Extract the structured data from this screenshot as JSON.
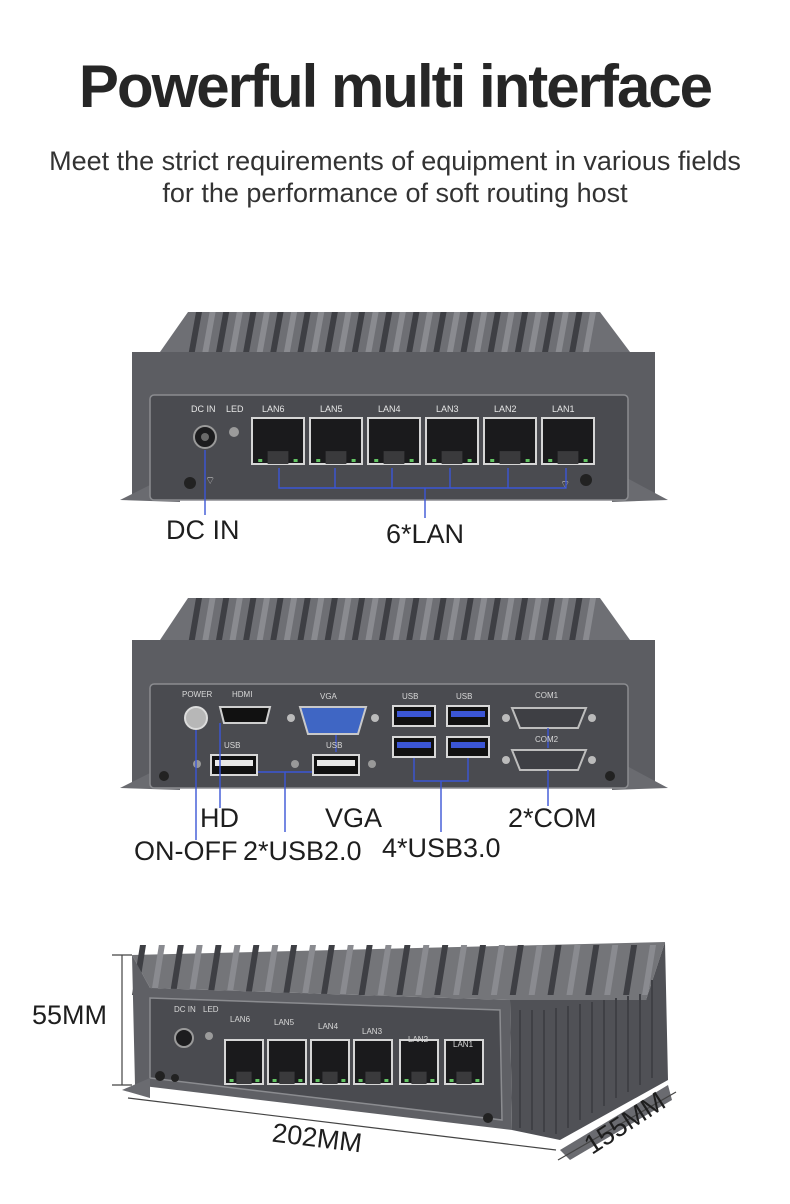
{
  "headline": "Powerful multi interface",
  "subtitle": {
    "line1": "Meet the strict requirements of equipment in various fields",
    "line2": "for the performance of soft routing host"
  },
  "front_view": {
    "panel_labels": {
      "dc_in": "DC IN",
      "led": "LED"
    },
    "lan_ports": [
      "LAN6",
      "LAN5",
      "LAN4",
      "LAN3",
      "LAN2",
      "LAN1"
    ],
    "callouts": {
      "power": "DC IN",
      "lan": "6*LAN"
    }
  },
  "rear_view": {
    "panel_labels": {
      "power": "POWER",
      "hdmi": "HDMI",
      "vga": "VGA",
      "usb_a": "USB",
      "usb_b": "USB",
      "usb2_a": "USB",
      "usb2_b": "USB",
      "com1": "COM1",
      "com2": "COM2"
    },
    "callouts": {
      "hd": "HD",
      "vga": "VGA",
      "com": "2*COM",
      "on_off": "ON-OFF",
      "usb2": "2*USB2.0",
      "usb3": "4*USB3.0"
    }
  },
  "dimension_view": {
    "panel_labels": {
      "dc_in": "DC IN",
      "led": "LED"
    },
    "lan_ports": [
      "LAN6",
      "LAN5",
      "LAN4",
      "LAN3",
      "LAN2",
      "LAN1"
    ],
    "height": "55MM",
    "width": "202MM",
    "depth": "155MM"
  },
  "colors": {
    "body": "#5c5d62",
    "panel": "#4a4b50",
    "accent_line": "#3b56d6",
    "vga_port": "#3f66c4"
  }
}
